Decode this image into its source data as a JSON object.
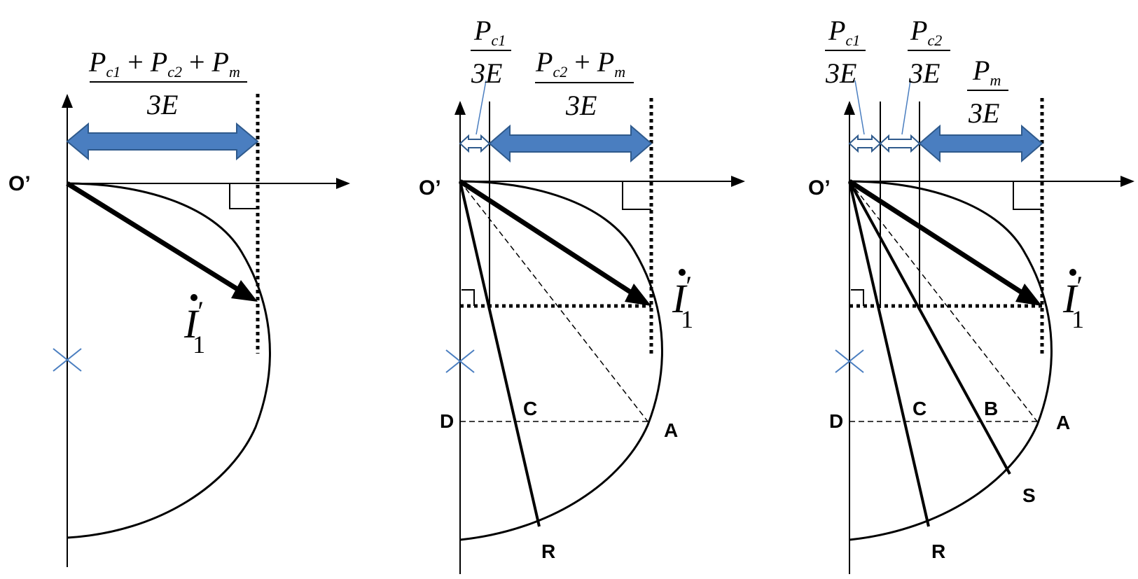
{
  "origin_label": "O’",
  "current_phasor": {
    "symbol": "I",
    "prime": "′",
    "subscript": "1",
    "dot": "·"
  },
  "points": {
    "A": "A",
    "B": "B",
    "C": "C",
    "D": "D",
    "R": "R",
    "S": "S"
  },
  "loss_terms": {
    "pc1": {
      "letter": "P",
      "sub": "c1"
    },
    "pc2": {
      "letter": "P",
      "sub": "c2"
    },
    "pm": {
      "letter": "P",
      "sub": "m"
    },
    "plus": "+",
    "denominator": "3E"
  },
  "colors": {
    "arrow_fill": "#4a7ec0",
    "arrow_stroke": "#2f5a8c",
    "center_mark": "#4a7ec0",
    "leader_line": "#4a7ec0",
    "ink": "#000000"
  }
}
